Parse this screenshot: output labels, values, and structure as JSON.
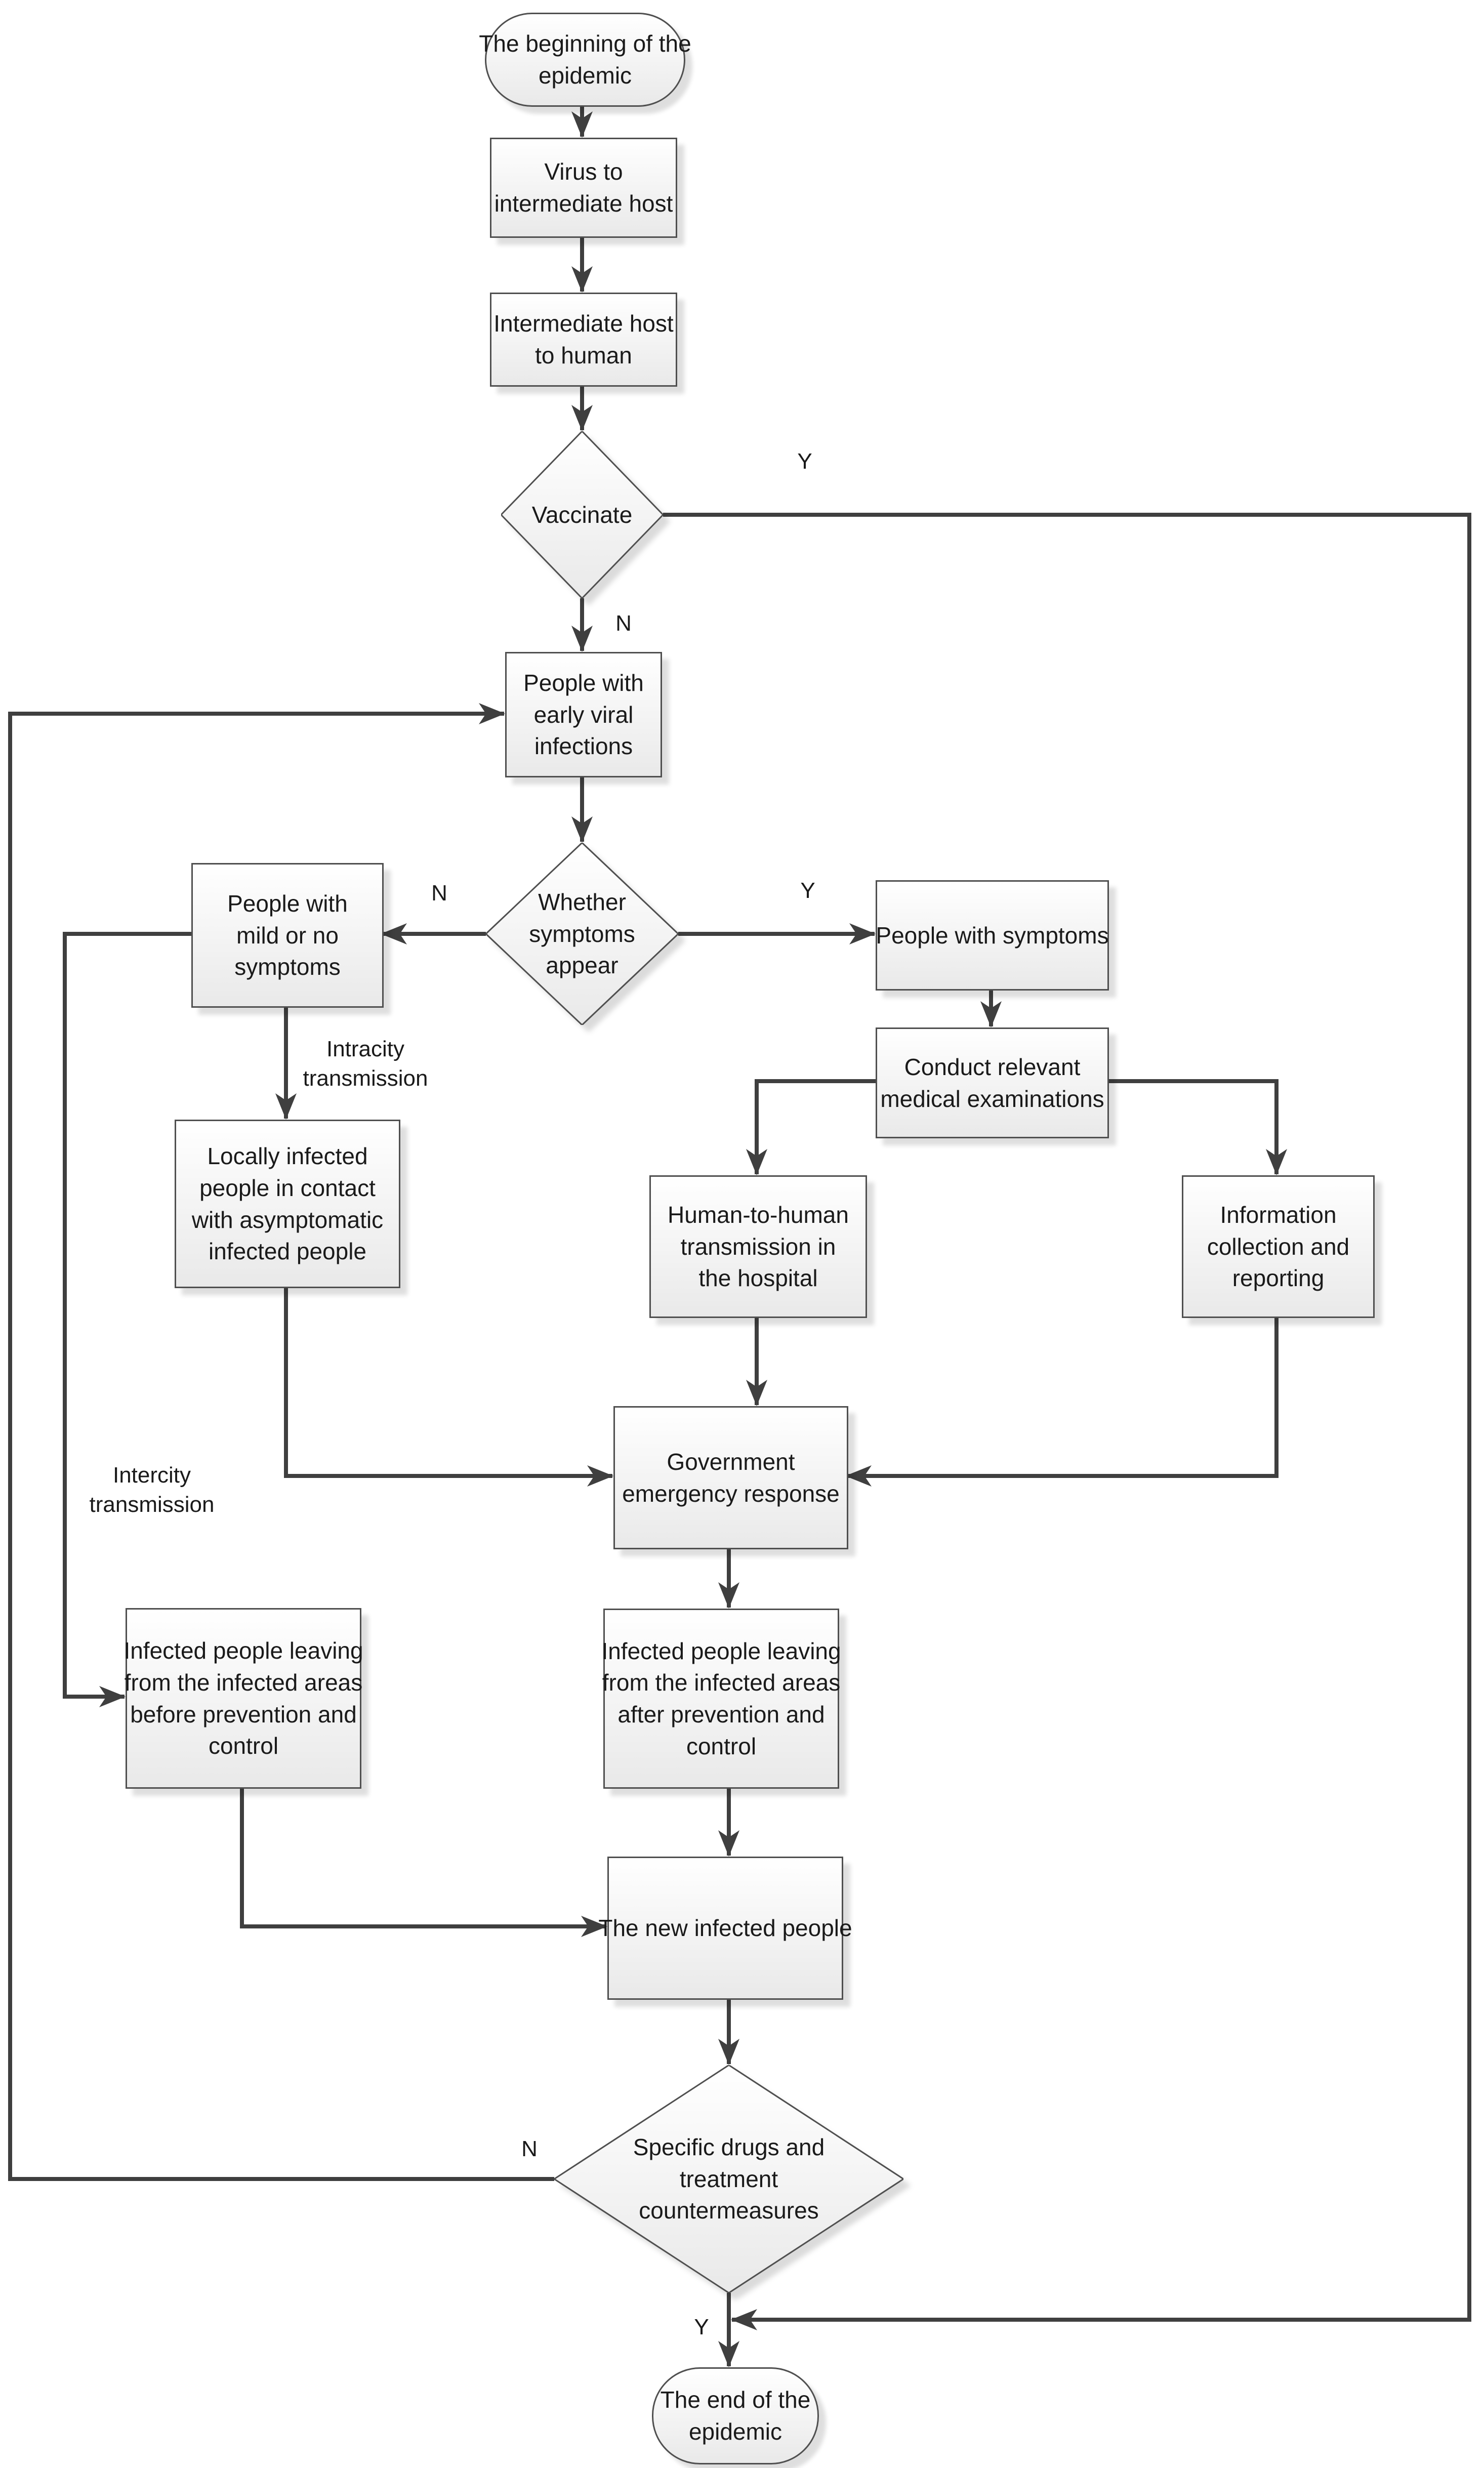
{
  "diagram": {
    "description": "Epidemic progression and control flowchart"
  },
  "colors": {
    "background": "#ffffff",
    "line": "#3f3f3f",
    "node_border": "#4f4f4f",
    "node_fill_top": "#ffffff",
    "node_fill_bottom": "#e9e9e9",
    "text": "#1a1a1a"
  },
  "nodes": {
    "start": {
      "type": "terminator",
      "label": "The beginning of the\nepidemic"
    },
    "virus_to_host": {
      "type": "process",
      "label": "Virus to\nintermediate host"
    },
    "host_to_human": {
      "type": "process",
      "label": "Intermediate host\nto human"
    },
    "vaccinate": {
      "type": "decision",
      "label": "Vaccinate"
    },
    "early_infections": {
      "type": "process",
      "label": "People with\nearly viral\ninfections"
    },
    "whether_symptoms": {
      "type": "decision",
      "label": "Whether\nsymptoms\nappear"
    },
    "mild_no_symptoms": {
      "type": "process",
      "label": "People with\nmild or no\nsymptoms"
    },
    "with_symptoms": {
      "type": "process",
      "label": "People with symptoms"
    },
    "medical_exams": {
      "type": "process",
      "label": "Conduct relevant\nmedical examinations"
    },
    "hospital_transmission": {
      "type": "process",
      "label": "Human-to-human\ntransmission in\nthe hospital"
    },
    "info_collection": {
      "type": "process",
      "label": "Information\ncollection and\nreporting"
    },
    "locally_infected": {
      "type": "process",
      "label": "Locally infected\npeople in contact\nwith asymptomatic\ninfected people"
    },
    "government_response": {
      "type": "process",
      "label": "Government\nemergency response"
    },
    "leaving_before": {
      "type": "process",
      "label": "Infected people leaving\nfrom the infected areas\nbefore prevention and\ncontrol"
    },
    "leaving_after": {
      "type": "process",
      "label": "Infected people leaving\nfrom the infected areas\nafter prevention and\ncontrol"
    },
    "new_infected": {
      "type": "process",
      "label": "The new infected people"
    },
    "specific_drugs": {
      "type": "decision",
      "label": "Specific drugs and\ntreatment\ncountermeasures"
    },
    "end": {
      "type": "terminator",
      "label": "The end of the\nepidemic"
    }
  },
  "edge_labels": {
    "vaccinate_yes": "Y",
    "vaccinate_no": "N",
    "symptoms_no": "N",
    "symptoms_yes": "Y",
    "intracity": "Intracity\ntransmission",
    "intercity": "Intercity\ntransmission",
    "drugs_no": "N",
    "drugs_yes": "Y"
  }
}
